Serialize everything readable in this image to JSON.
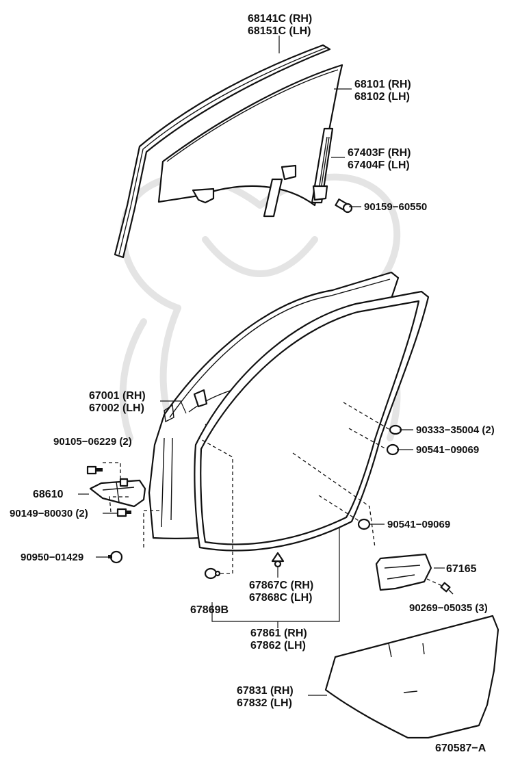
{
  "labels": {
    "p68141": [
      "68141C (RH)",
      "68151C (LH)"
    ],
    "p68101": [
      "68101 (RH)",
      "68102 (LH)"
    ],
    "p67403": [
      "67403F (RH)",
      "67404F (LH)"
    ],
    "p90159": "90159−60550",
    "p67001": [
      "67001 (RH)",
      "67002 (LH)"
    ],
    "p90333": "90333−35004 (2)",
    "p90541a": "90541−09069",
    "p90105": "90105−06229 (2)",
    "p68610": "68610",
    "p90149": "90149−80030 (2)",
    "p90541b": "90541−09069",
    "p90950": "90950−01429",
    "p67165": "67165",
    "p67867": [
      "67867C (RH)",
      "67868C (LH)"
    ],
    "p67869": "67869B",
    "p90269": "90269−05035 (3)",
    "p67861": [
      "67861 (RH)",
      "67862 (LH)"
    ],
    "p67831": [
      "67831 (RH)",
      "67832 (LH)"
    ],
    "diagram_id": "670587−A"
  }
}
